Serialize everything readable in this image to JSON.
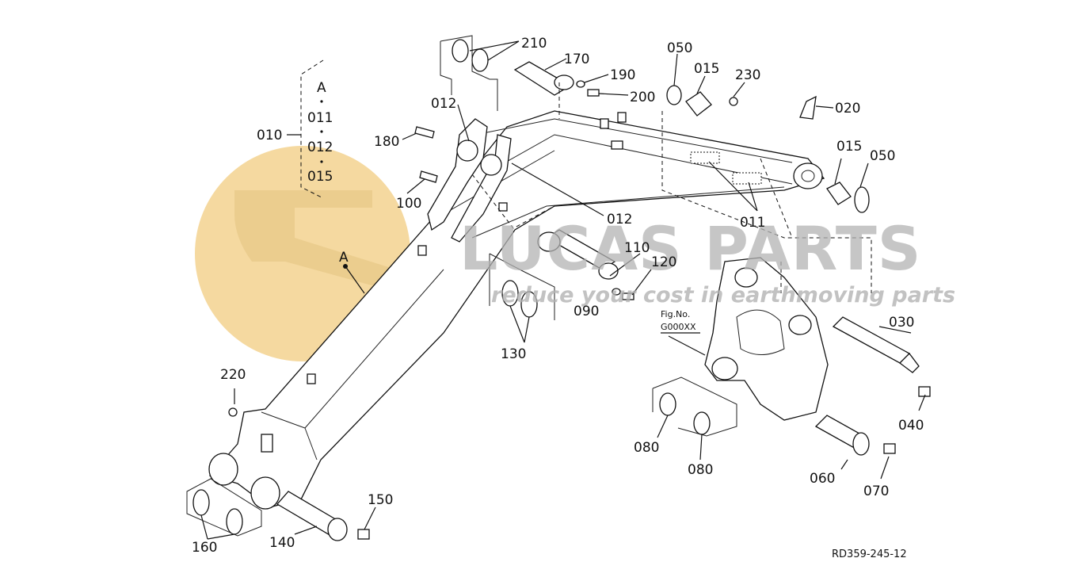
{
  "watermark": {
    "brand": "LUCAS PARTS",
    "tagline": "reduce your cost in earthmoving parts",
    "logo_color": "#f5d9a0"
  },
  "diagram": {
    "reference_code": "RD359-245-12",
    "fig_label": "Fig.No.",
    "fig_number": "G000XX",
    "group_box": {
      "header": "A",
      "items": [
        "011",
        "012",
        "015"
      ],
      "callout": "010"
    },
    "marker_a": "A",
    "callouts": [
      {
        "id": "210",
        "text": "210"
      },
      {
        "id": "170",
        "text": "170"
      },
      {
        "id": "190",
        "text": "190"
      },
      {
        "id": "200",
        "text": "200"
      },
      {
        "id": "050a",
        "text": "050"
      },
      {
        "id": "015a",
        "text": "015"
      },
      {
        "id": "230",
        "text": "230"
      },
      {
        "id": "020",
        "text": "020"
      },
      {
        "id": "012a",
        "text": "012"
      },
      {
        "id": "180",
        "text": "180"
      },
      {
        "id": "100",
        "text": "100"
      },
      {
        "id": "012b",
        "text": "012"
      },
      {
        "id": "015b",
        "text": "015"
      },
      {
        "id": "050b",
        "text": "050"
      },
      {
        "id": "011",
        "text": "011"
      },
      {
        "id": "110",
        "text": "110"
      },
      {
        "id": "120",
        "text": "120"
      },
      {
        "id": "090",
        "text": "090"
      },
      {
        "id": "130",
        "text": "130"
      },
      {
        "id": "030",
        "text": "030"
      },
      {
        "id": "040",
        "text": "040"
      },
      {
        "id": "220",
        "text": "220"
      },
      {
        "id": "080a",
        "text": "080"
      },
      {
        "id": "080b",
        "text": "080"
      },
      {
        "id": "060",
        "text": "060"
      },
      {
        "id": "070",
        "text": "070"
      },
      {
        "id": "150",
        "text": "150"
      },
      {
        "id": "140",
        "text": "140"
      },
      {
        "id": "160",
        "text": "160"
      }
    ]
  }
}
